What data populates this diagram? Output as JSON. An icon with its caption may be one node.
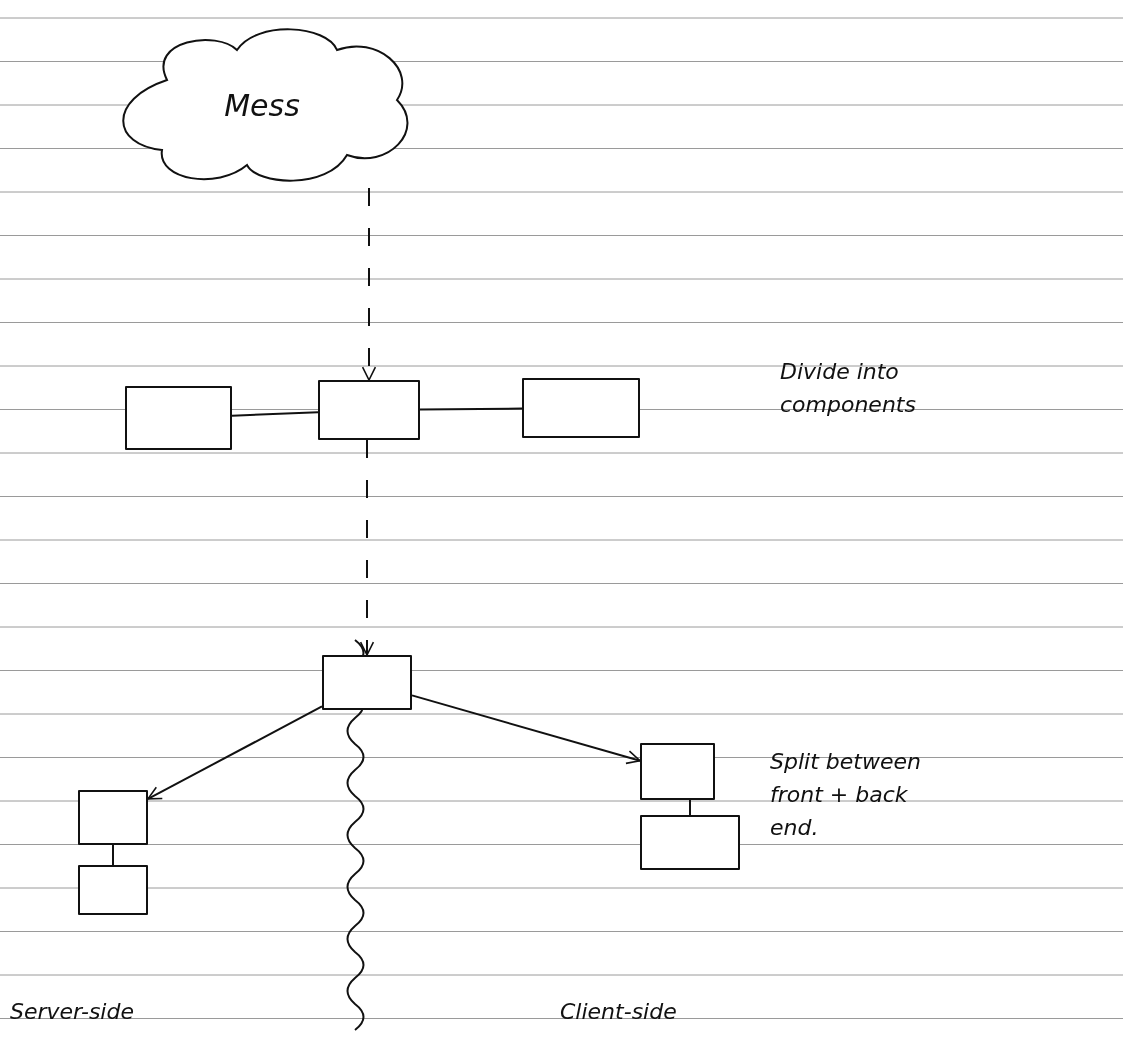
{
  "diagram": {
    "nodes": [
      {
        "text": [
          "Mess"
        ]
      },
      {
        "text": [],
        "shape": "box"
      },
      {
        "text": [],
        "shape": "box"
      },
      {
        "text": [],
        "shape": "box"
      },
      {
        "text": [],
        "shape": "box"
      },
      {
        "text": [],
        "shape": "box"
      },
      {
        "text": [],
        "shape": "box"
      },
      {
        "text": [],
        "shape": "box"
      },
      {
        "text": [],
        "shape": "box"
      }
    ],
    "edges": [
      {
        "from": 0,
        "to": 2,
        "arrow": "to",
        "style": "dashed"
      },
      {
        "from": 1,
        "to": 2,
        "arrow": "none"
      },
      {
        "from": 2,
        "to": 3,
        "arrow": "none"
      },
      {
        "from": 2,
        "to": 4,
        "arrow": "to",
        "style": "dashed"
      },
      {
        "from": 4,
        "to": 5,
        "arrow": "to"
      },
      {
        "from": 4,
        "to": 7,
        "arrow": "to"
      },
      {
        "from": 5,
        "to": 6,
        "arrow": "none"
      },
      {
        "from": 7,
        "to": 8,
        "arrow": "none"
      }
    ],
    "labels": [
      "Divide into components",
      "Split between front + back end.",
      "Server-side",
      "Client-side"
    ]
  }
}
